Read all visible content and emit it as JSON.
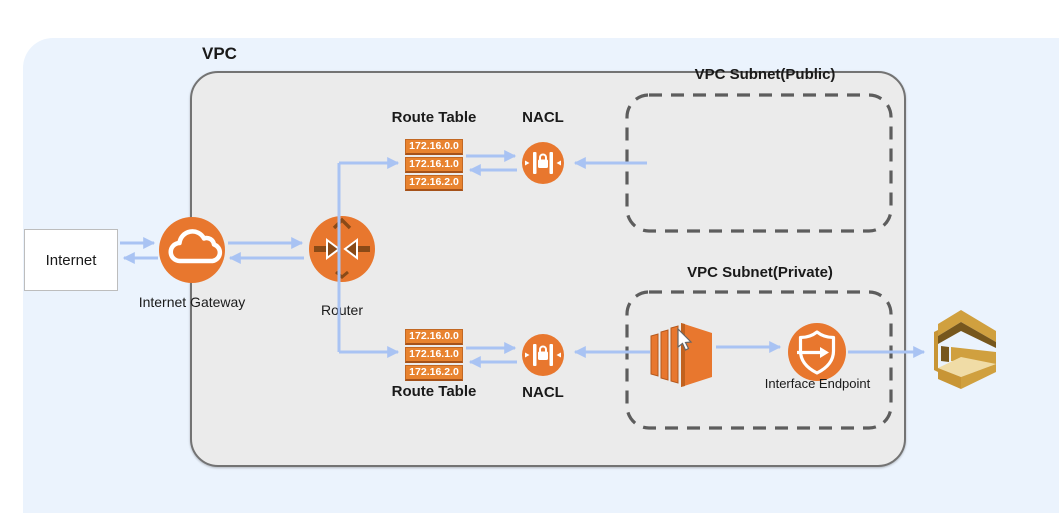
{
  "page": {
    "background": "#ffffff",
    "panel_background": "#ebf3fd"
  },
  "vpc": {
    "label": "VPC"
  },
  "internet": {
    "label": "Internet"
  },
  "internet_gateway": {
    "label": "Internet Gateway",
    "icon": "cloud-icon"
  },
  "router": {
    "label": "Router",
    "icon": "router-arrows-icon"
  },
  "route_table_top": {
    "label": "Route Table",
    "entries": [
      "172.16.0.0",
      "172.16.1.0",
      "172.16.2.0"
    ]
  },
  "route_table_bottom": {
    "label": "Route Table",
    "entries": [
      "172.16.0.0",
      "172.16.1.0",
      "172.16.2.0"
    ]
  },
  "nacl_top": {
    "label": "NACL",
    "icon": "nacl-lock-icon"
  },
  "nacl_bottom": {
    "label": "NACL",
    "icon": "nacl-lock-icon"
  },
  "subnet_public": {
    "label": "VPC Subnet(Public)"
  },
  "subnet_private": {
    "label": "VPC Subnet(Private)",
    "instance_icon": "ec2-instances-icon",
    "cursor_icon": "mouse-cursor-icon"
  },
  "interface_endpoint": {
    "label": "Interface Endpoint",
    "icon": "shield-arrow-icon"
  },
  "external_service": {
    "icon": "queue-service-icon"
  },
  "colors": {
    "orange": "#e8772e",
    "arrow": "#a9c3f3",
    "vpc_fill": "#ebebeb",
    "vpc_border": "#737373",
    "subnet_border": "#5d5d5d",
    "route_box": "#e8832f",
    "route_box_edge": "#a5521a",
    "router_arrow": "#8a4a17",
    "gold": "#d0a03f",
    "gold_dark": "#77571d",
    "gold_light": "#f0dca6"
  }
}
